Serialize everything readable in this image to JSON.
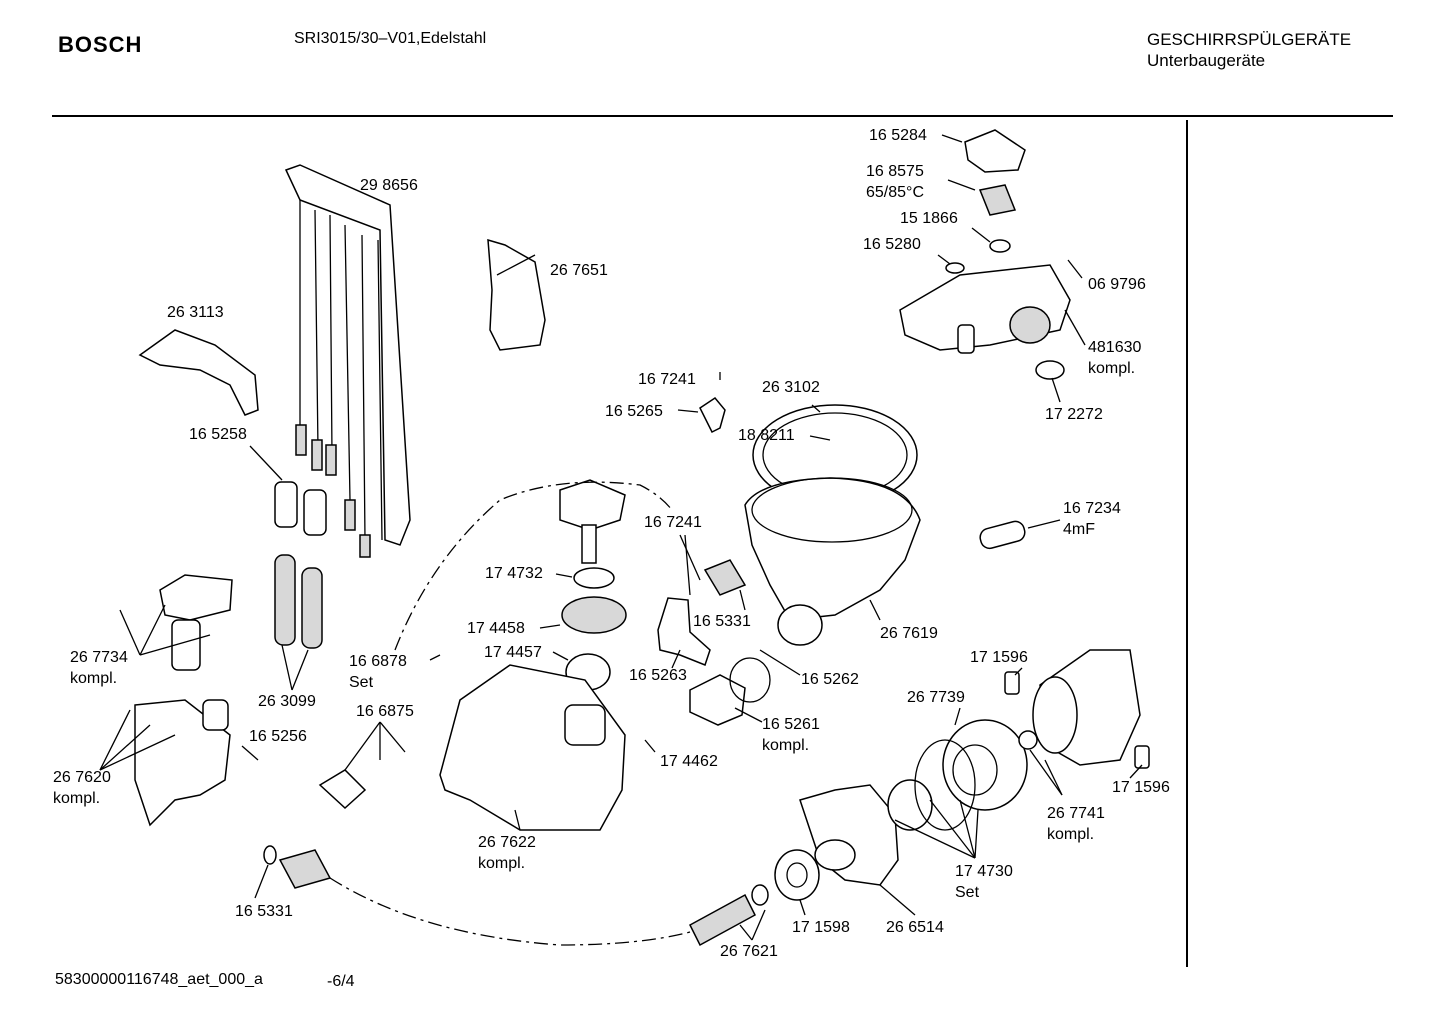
{
  "header": {
    "brand": "BOSCH",
    "model": "SRI3015/30–V01,Edelstahl",
    "category_line1": "GESCHIRRSPÜLGERÄTE",
    "category_line2": "Unterbaugeräte"
  },
  "footer": {
    "doc_code": "58300000116748_aet_000_a",
    "page": "-6/4"
  },
  "labels": [
    {
      "id": "l01",
      "text": "16 5284"
    },
    {
      "id": "l02",
      "text": "16 8575"
    },
    {
      "id": "l03",
      "text": "65/85°C"
    },
    {
      "id": "l04",
      "text": "15 1866"
    },
    {
      "id": "l05",
      "text": "16 5280"
    },
    {
      "id": "l06",
      "text": "06 9796"
    },
    {
      "id": "l07",
      "text": "481630"
    },
    {
      "id": "l08",
      "text": "kompl."
    },
    {
      "id": "l09",
      "text": "17 2272"
    },
    {
      "id": "l10",
      "text": "29 8656"
    },
    {
      "id": "l11",
      "text": "26 7651"
    },
    {
      "id": "l12",
      "text": "26 3113"
    },
    {
      "id": "l13",
      "text": "16 7241"
    },
    {
      "id": "l14",
      "text": "26 3102"
    },
    {
      "id": "l15",
      "text": "16 5265"
    },
    {
      "id": "l16",
      "text": "18 8211"
    },
    {
      "id": "l17",
      "text": "16 5258"
    },
    {
      "id": "l18",
      "text": "16 7234"
    },
    {
      "id": "l19",
      "text": "4mF"
    },
    {
      "id": "l20",
      "text": "16 7241"
    },
    {
      "id": "l21",
      "text": "17 4732"
    },
    {
      "id": "l22",
      "text": "16 5331"
    },
    {
      "id": "l23",
      "text": "17 4458"
    },
    {
      "id": "l24",
      "text": "26 7619"
    },
    {
      "id": "l25",
      "text": "17 4457"
    },
    {
      "id": "l26",
      "text": "26 7734"
    },
    {
      "id": "l27",
      "text": "kompl."
    },
    {
      "id": "l28",
      "text": "16 6878"
    },
    {
      "id": "l29",
      "text": "Set"
    },
    {
      "id": "l30",
      "text": "16 5263"
    },
    {
      "id": "l31",
      "text": "16 5262"
    },
    {
      "id": "l32",
      "text": "17 1596"
    },
    {
      "id": "l33",
      "text": "26 3099"
    },
    {
      "id": "l34",
      "text": "16 6875"
    },
    {
      "id": "l35",
      "text": "26 7739"
    },
    {
      "id": "l36",
      "text": "16 5261"
    },
    {
      "id": "l37",
      "text": "kompl."
    },
    {
      "id": "l38",
      "text": "16 5256"
    },
    {
      "id": "l39",
      "text": "17 4462"
    },
    {
      "id": "l40",
      "text": "26 7620"
    },
    {
      "id": "l41",
      "text": "kompl."
    },
    {
      "id": "l42",
      "text": "17 1596"
    },
    {
      "id": "l43",
      "text": "26 7741"
    },
    {
      "id": "l44",
      "text": "kompl."
    },
    {
      "id": "l45",
      "text": "26 7622"
    },
    {
      "id": "l46",
      "text": "kompl."
    },
    {
      "id": "l47",
      "text": "17 4730"
    },
    {
      "id": "l48",
      "text": "Set"
    },
    {
      "id": "l49",
      "text": "16 5331"
    },
    {
      "id": "l50",
      "text": "17 1598"
    },
    {
      "id": "l51",
      "text": "26 6514"
    },
    {
      "id": "l52",
      "text": "26 7621"
    }
  ]
}
